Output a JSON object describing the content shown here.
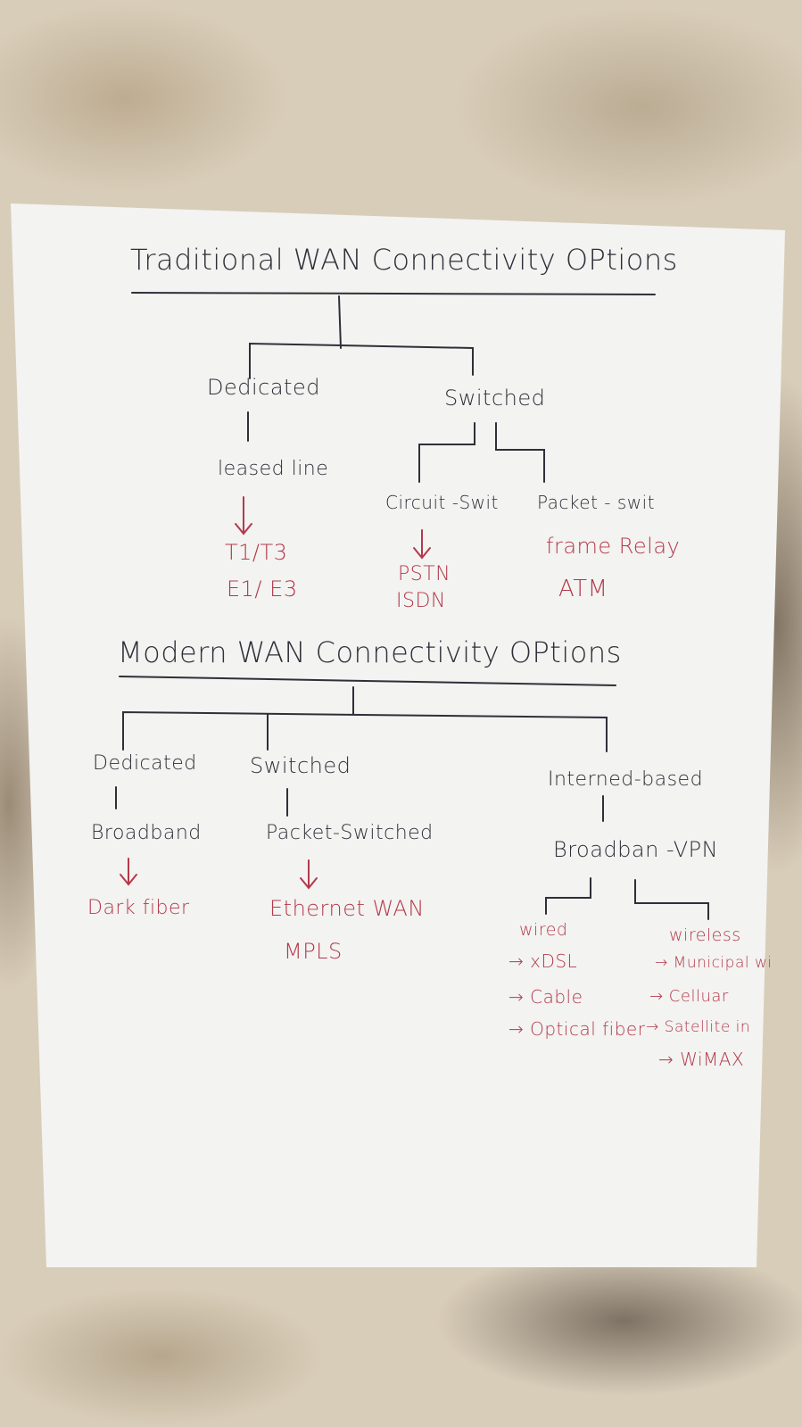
{
  "traditional": {
    "title": "Traditional WAN Connectivity OPtions",
    "dedicated": {
      "label": "Dedicated",
      "child": "leased line",
      "items": [
        "T1/T3",
        "E1/ E3"
      ]
    },
    "switched": {
      "label": "Switched",
      "circuit": {
        "label": "Circuit -Swit",
        "items": [
          "PSTN",
          "ISDN"
        ]
      },
      "packet": {
        "label": "Packet - swit",
        "items": [
          "frame Relay",
          "ATM"
        ]
      }
    }
  },
  "modern": {
    "title": "Modern WAN Connectivity OPtions",
    "dedicated": {
      "label": "Dedicated",
      "child": "Broadband",
      "items": [
        "Dark fiber"
      ]
    },
    "switched": {
      "label": "Switched",
      "child": "Packet-Switched",
      "items": [
        "Ethernet WAN",
        "MPLS"
      ]
    },
    "internet": {
      "label": "Interned-based",
      "child": "Broadban -VPN",
      "wired": {
        "label": "wired",
        "items": [
          "→ xDSL",
          "→ Cable",
          "→ Optical fiber"
        ]
      },
      "wireless": {
        "label": "wireless",
        "items": [
          "→ Municipal wi",
          "→ Celluar",
          "→ Satellite in",
          "→ WiMAX"
        ]
      }
    }
  },
  "colors": {
    "ink": "#2f2f3a",
    "red": "#b3394b",
    "paper": "#f3f3f1"
  }
}
